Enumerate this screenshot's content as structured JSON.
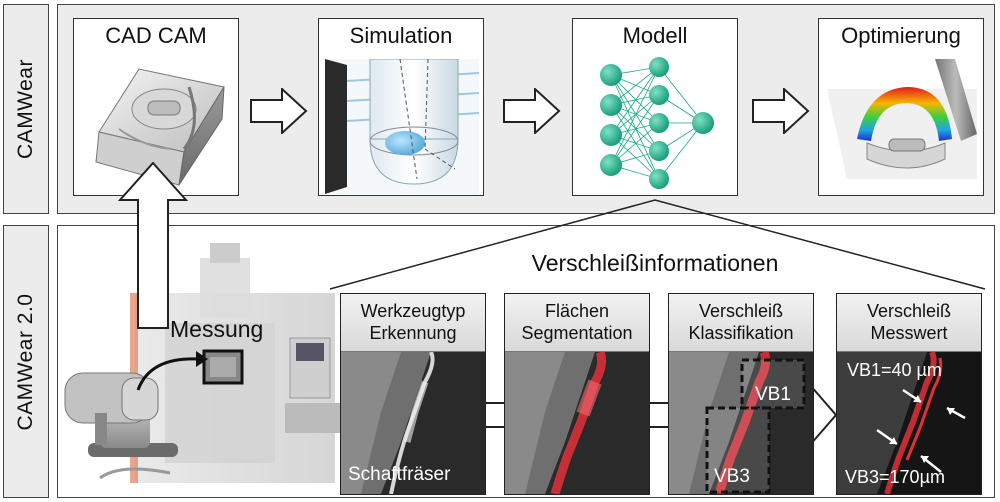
{
  "side_labels": {
    "top": "CAMWear",
    "bottom": "CAMWear 2.0"
  },
  "top_steps": [
    {
      "title": "CAD CAM"
    },
    {
      "title": "Simulation"
    },
    {
      "title": "Modell"
    },
    {
      "title": "Optimierung"
    }
  ],
  "wear_info_title": "Verschleißinformationen",
  "measurement_label": "Messung",
  "tiles": [
    {
      "line1": "Werkzeugtyp",
      "line2": "Erkennung"
    },
    {
      "line1": "Flächen",
      "line2": "Segmentation"
    },
    {
      "line1": "Verschleiß",
      "line2": "Klassifikation"
    },
    {
      "line1": "Verschleiß",
      "line2": "Messwert"
    }
  ],
  "tile_labels": {
    "tool_type": "Schaftfräser",
    "vb1": "VB1",
    "vb3": "VB3",
    "vb1_value": "VB1=40 µm",
    "vb3_value": "VB3=170µm"
  },
  "colors": {
    "wear_highlight": "#e0303a",
    "network_node": "#1aa884",
    "panel_bg": "#ececec"
  }
}
